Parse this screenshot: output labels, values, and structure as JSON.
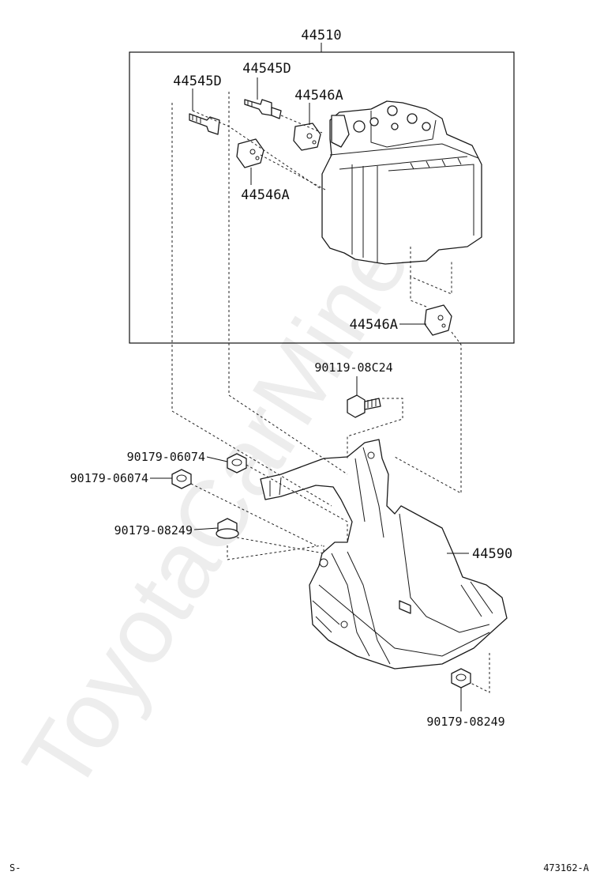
{
  "watermark": "ToyotaCarMine.ru",
  "callouts": {
    "assembly": "44510",
    "stud_left": "44545D",
    "stud_upper": "44545D",
    "plug_upper": "44546A",
    "plug_middle": "44546A",
    "plug_lower": "44546A",
    "bolt_top": "90119-08C24",
    "nut_a": "90179-06074",
    "nut_b": "90179-06074",
    "nut_flange": "90179-08249",
    "bracket": "44590",
    "nut_bottom": "90179-08249"
  },
  "footer": {
    "left_code": "S-",
    "illustration_number": "473162-A"
  }
}
